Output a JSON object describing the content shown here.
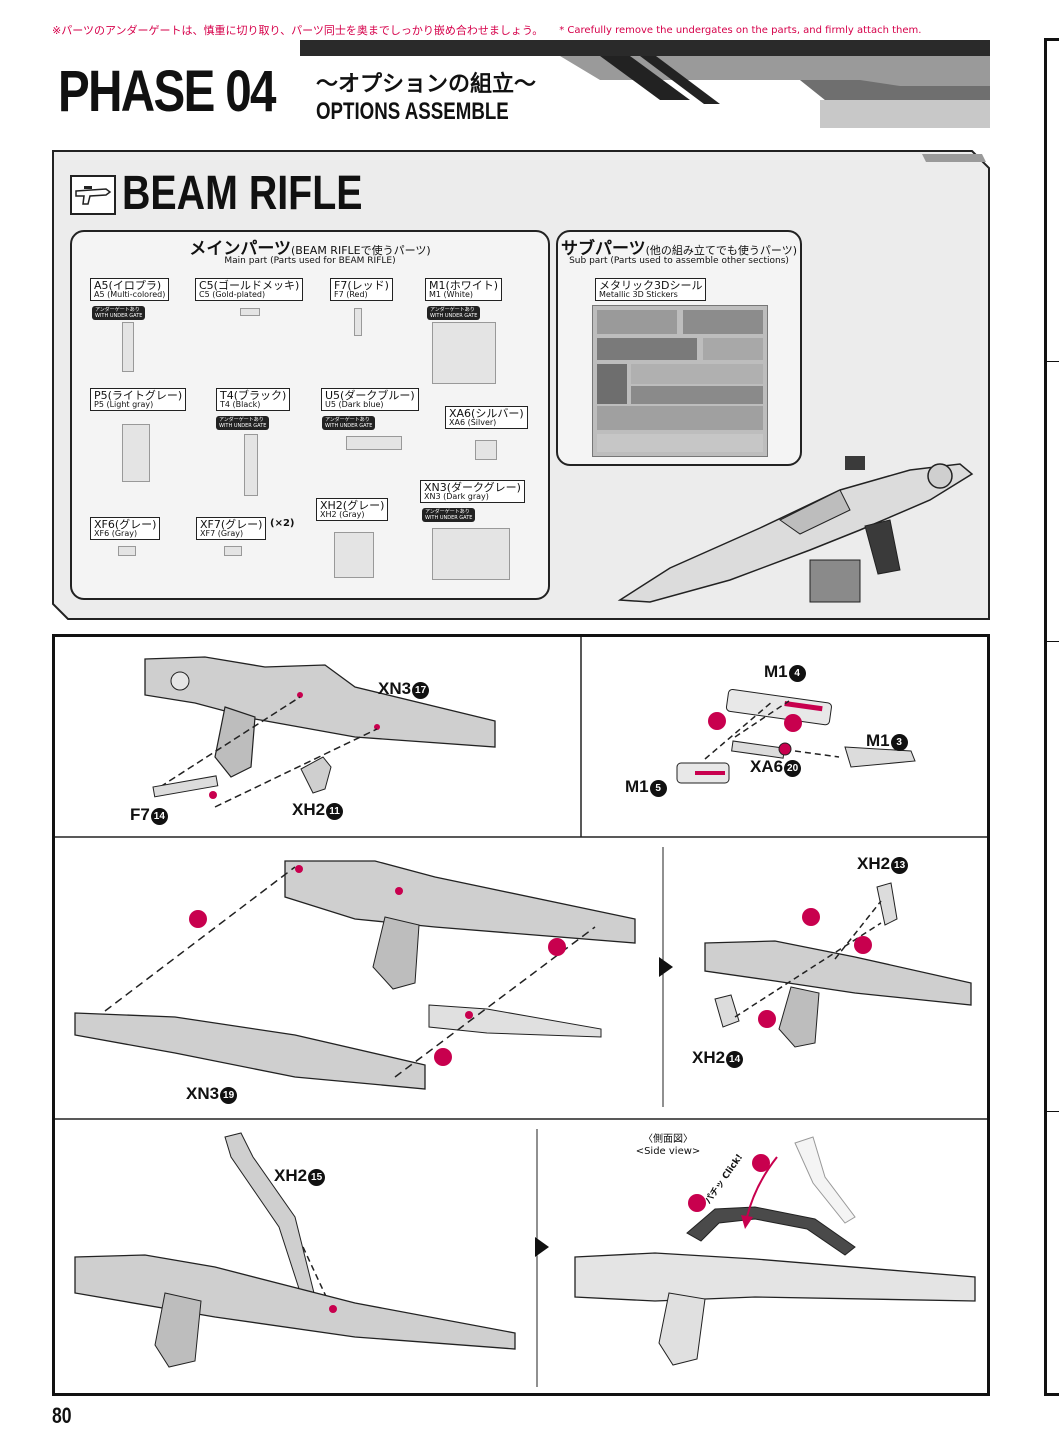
{
  "top_note": {
    "jp": "※パーツのアンダーゲートは、慎重に切り取り、パーツ同士を奥までしっかり嵌め合わせましょう。",
    "en": "* Carefully remove the undergates on the parts, and firmly attach them."
  },
  "phase": {
    "title": "PHASE 04",
    "subtitle_jp": "〜オプションの組立〜",
    "subtitle_en": "OPTIONS ASSEMBLE"
  },
  "section": {
    "title": "BEAM RIFLE"
  },
  "main_parts": {
    "title": "メインパーツ",
    "title_note": "(BEAM RIFLEで使うパーツ)",
    "subtitle": "Main part (Parts used for BEAM RIFLE)",
    "undergate_badge": [
      "アンダーゲートあり",
      "WITH UNDER GATE"
    ],
    "items": [
      {
        "jp": "A5(イロプラ)",
        "en": "A5 (Multi-colored)"
      },
      {
        "jp": "C5(ゴールドメッキ)",
        "en": "C5 (Gold-plated)"
      },
      {
        "jp": "F7(レッド)",
        "en": "F7 (Red)"
      },
      {
        "jp": "M1(ホワイト)",
        "en": "M1 (White)"
      },
      {
        "jp": "P5(ライトグレー)",
        "en": "P5 (Light gray)"
      },
      {
        "jp": "T4(ブラック)",
        "en": "T4 (Black)"
      },
      {
        "jp": "U5(ダークブルー)",
        "en": "U5 (Dark blue)"
      },
      {
        "jp": "XA6(シルバー)",
        "en": "XA6 (Silver)"
      },
      {
        "jp": "XN3(ダークグレー)",
        "en": "XN3 (Dark gray)"
      },
      {
        "jp": "XH2(グレー)",
        "en": "XH2 (Gray)"
      },
      {
        "jp": "XF6(グレー)",
        "en": "XF6 (Gray)"
      },
      {
        "jp": "XF7(グレー)",
        "en": "XF7 (Gray)"
      }
    ],
    "xf7_qty": "(×2)"
  },
  "sub_parts": {
    "title": "サブパーツ",
    "title_note": "(他の組み立てでも使うパーツ)",
    "subtitle": "Sub part (Parts used to assemble other sections)",
    "sticker": {
      "jp": "メタリック3Dシール",
      "en": "Metallic 3D Stickers"
    }
  },
  "steps": {
    "labels": [
      {
        "code": "XN3",
        "num": "17"
      },
      {
        "code": "F7",
        "num": "14"
      },
      {
        "code": "XH2",
        "num": "11"
      },
      {
        "code": "M1",
        "num": "4"
      },
      {
        "code": "M1",
        "num": "3"
      },
      {
        "code": "XA6",
        "num": "20"
      },
      {
        "code": "M1",
        "num": "5"
      },
      {
        "code": "XN3",
        "num": "19"
      },
      {
        "code": "XH2",
        "num": "13"
      },
      {
        "code": "XH2",
        "num": "14"
      },
      {
        "code": "XH2",
        "num": "15"
      }
    ],
    "side_view_jp": "〈側面図〉",
    "side_view_en": "<Side view>",
    "click_jp": "パチッ",
    "click_en": "Click!"
  },
  "page_number": "80",
  "colors": {
    "accent": "#d6004a",
    "ink": "#111111",
    "panel": "#f4f4f4"
  }
}
